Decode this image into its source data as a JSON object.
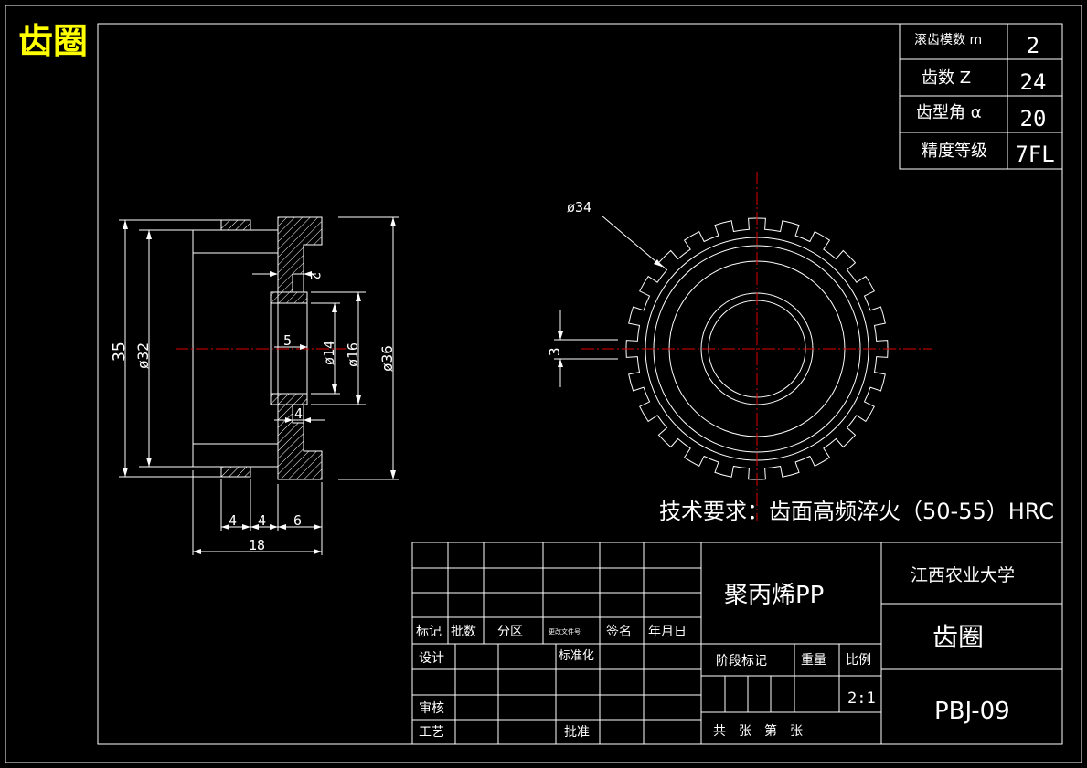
{
  "title": "齿圈",
  "params": [
    {
      "label": "滚齿模数 m",
      "value": "2"
    },
    {
      "label": "齿数 Z",
      "value": "24"
    },
    {
      "label": "齿型角 α",
      "value": "20"
    },
    {
      "label": "精度等级",
      "value": "7FL"
    }
  ],
  "dimensions": {
    "d35": "35",
    "d32": "ø32",
    "d14": "ø14",
    "d16": "ø16",
    "d36": "ø36",
    "d2": "2",
    "d5": "5",
    "d4a": "4",
    "d4b": "4",
    "d4c": "4",
    "d6": "6",
    "d18": "18",
    "d34": "ø34",
    "d3": "3"
  },
  "tech_requirement": "技术要求：齿面高频淬火（50-55）HRC",
  "title_block": {
    "material": "聚丙烯PP",
    "school": "江西农业大学",
    "part_name": "齿圈",
    "drawing_no": "PBJ-09",
    "marks": "标记",
    "count": "批数",
    "zone": "分区",
    "change_doc": "更改文件号",
    "signature": "签名",
    "date": "年月日",
    "design": "设计",
    "standardize": "标准化",
    "review": "审核",
    "process": "工艺",
    "approve": "批准",
    "stage_mark": "阶段标记",
    "weight": "重量",
    "scale_label": "比例",
    "scale": "2:1",
    "sheets": "共　张　第　张"
  }
}
